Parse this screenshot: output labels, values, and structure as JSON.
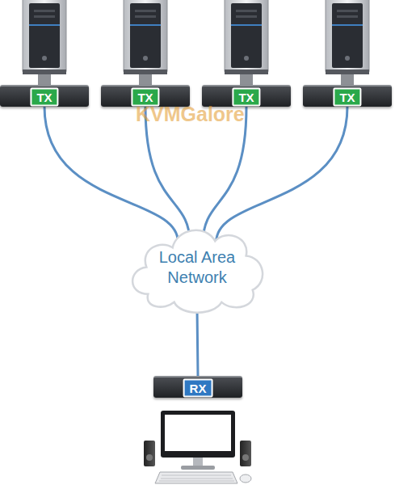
{
  "diagram": {
    "nodes": [
      {
        "text": [
          "TX"
        ]
      },
      {
        "text": [
          "TX"
        ]
      },
      {
        "text": [
          "TX"
        ]
      },
      {
        "text": [
          "TX"
        ]
      },
      {
        "text": [
          "Local Area Network"
        ]
      },
      {
        "text": [
          "RX"
        ]
      }
    ],
    "edges": [
      {
        "from": 0,
        "to": 4,
        "arrow": "none"
      },
      {
        "from": 1,
        "to": 4,
        "arrow": "none"
      },
      {
        "from": 2,
        "to": 4,
        "arrow": "none"
      },
      {
        "from": 3,
        "to": 4,
        "arrow": "none"
      },
      {
        "from": 4,
        "to": 5,
        "arrow": "none"
      }
    ],
    "labels": [
      "KVMGalore"
    ]
  }
}
